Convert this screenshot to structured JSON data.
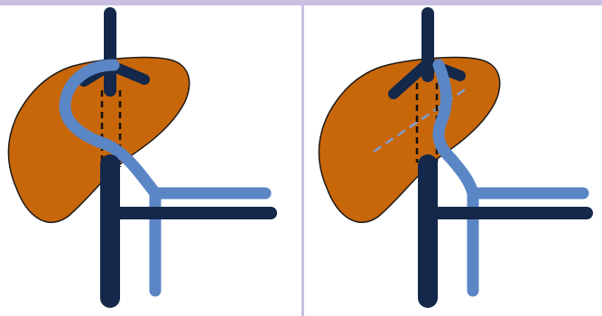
{
  "colors": {
    "frame_top": "#c9bfe0",
    "divider": "#c9bfe0",
    "background": "#ffffff",
    "liver": "#c8660a",
    "liver_outline": "#1a1a1a",
    "dark_vessel": "#13284a",
    "light_vessel": "#5b86c6",
    "hepatic_vein_dashed": "#111111",
    "split_line": "#7f9fcf"
  },
  "panels": [
    {
      "id": "left",
      "description_icon": "liver-vessel-anatomy-whole"
    },
    {
      "id": "right",
      "description_icon": "liver-vessel-anatomy-split"
    }
  ]
}
